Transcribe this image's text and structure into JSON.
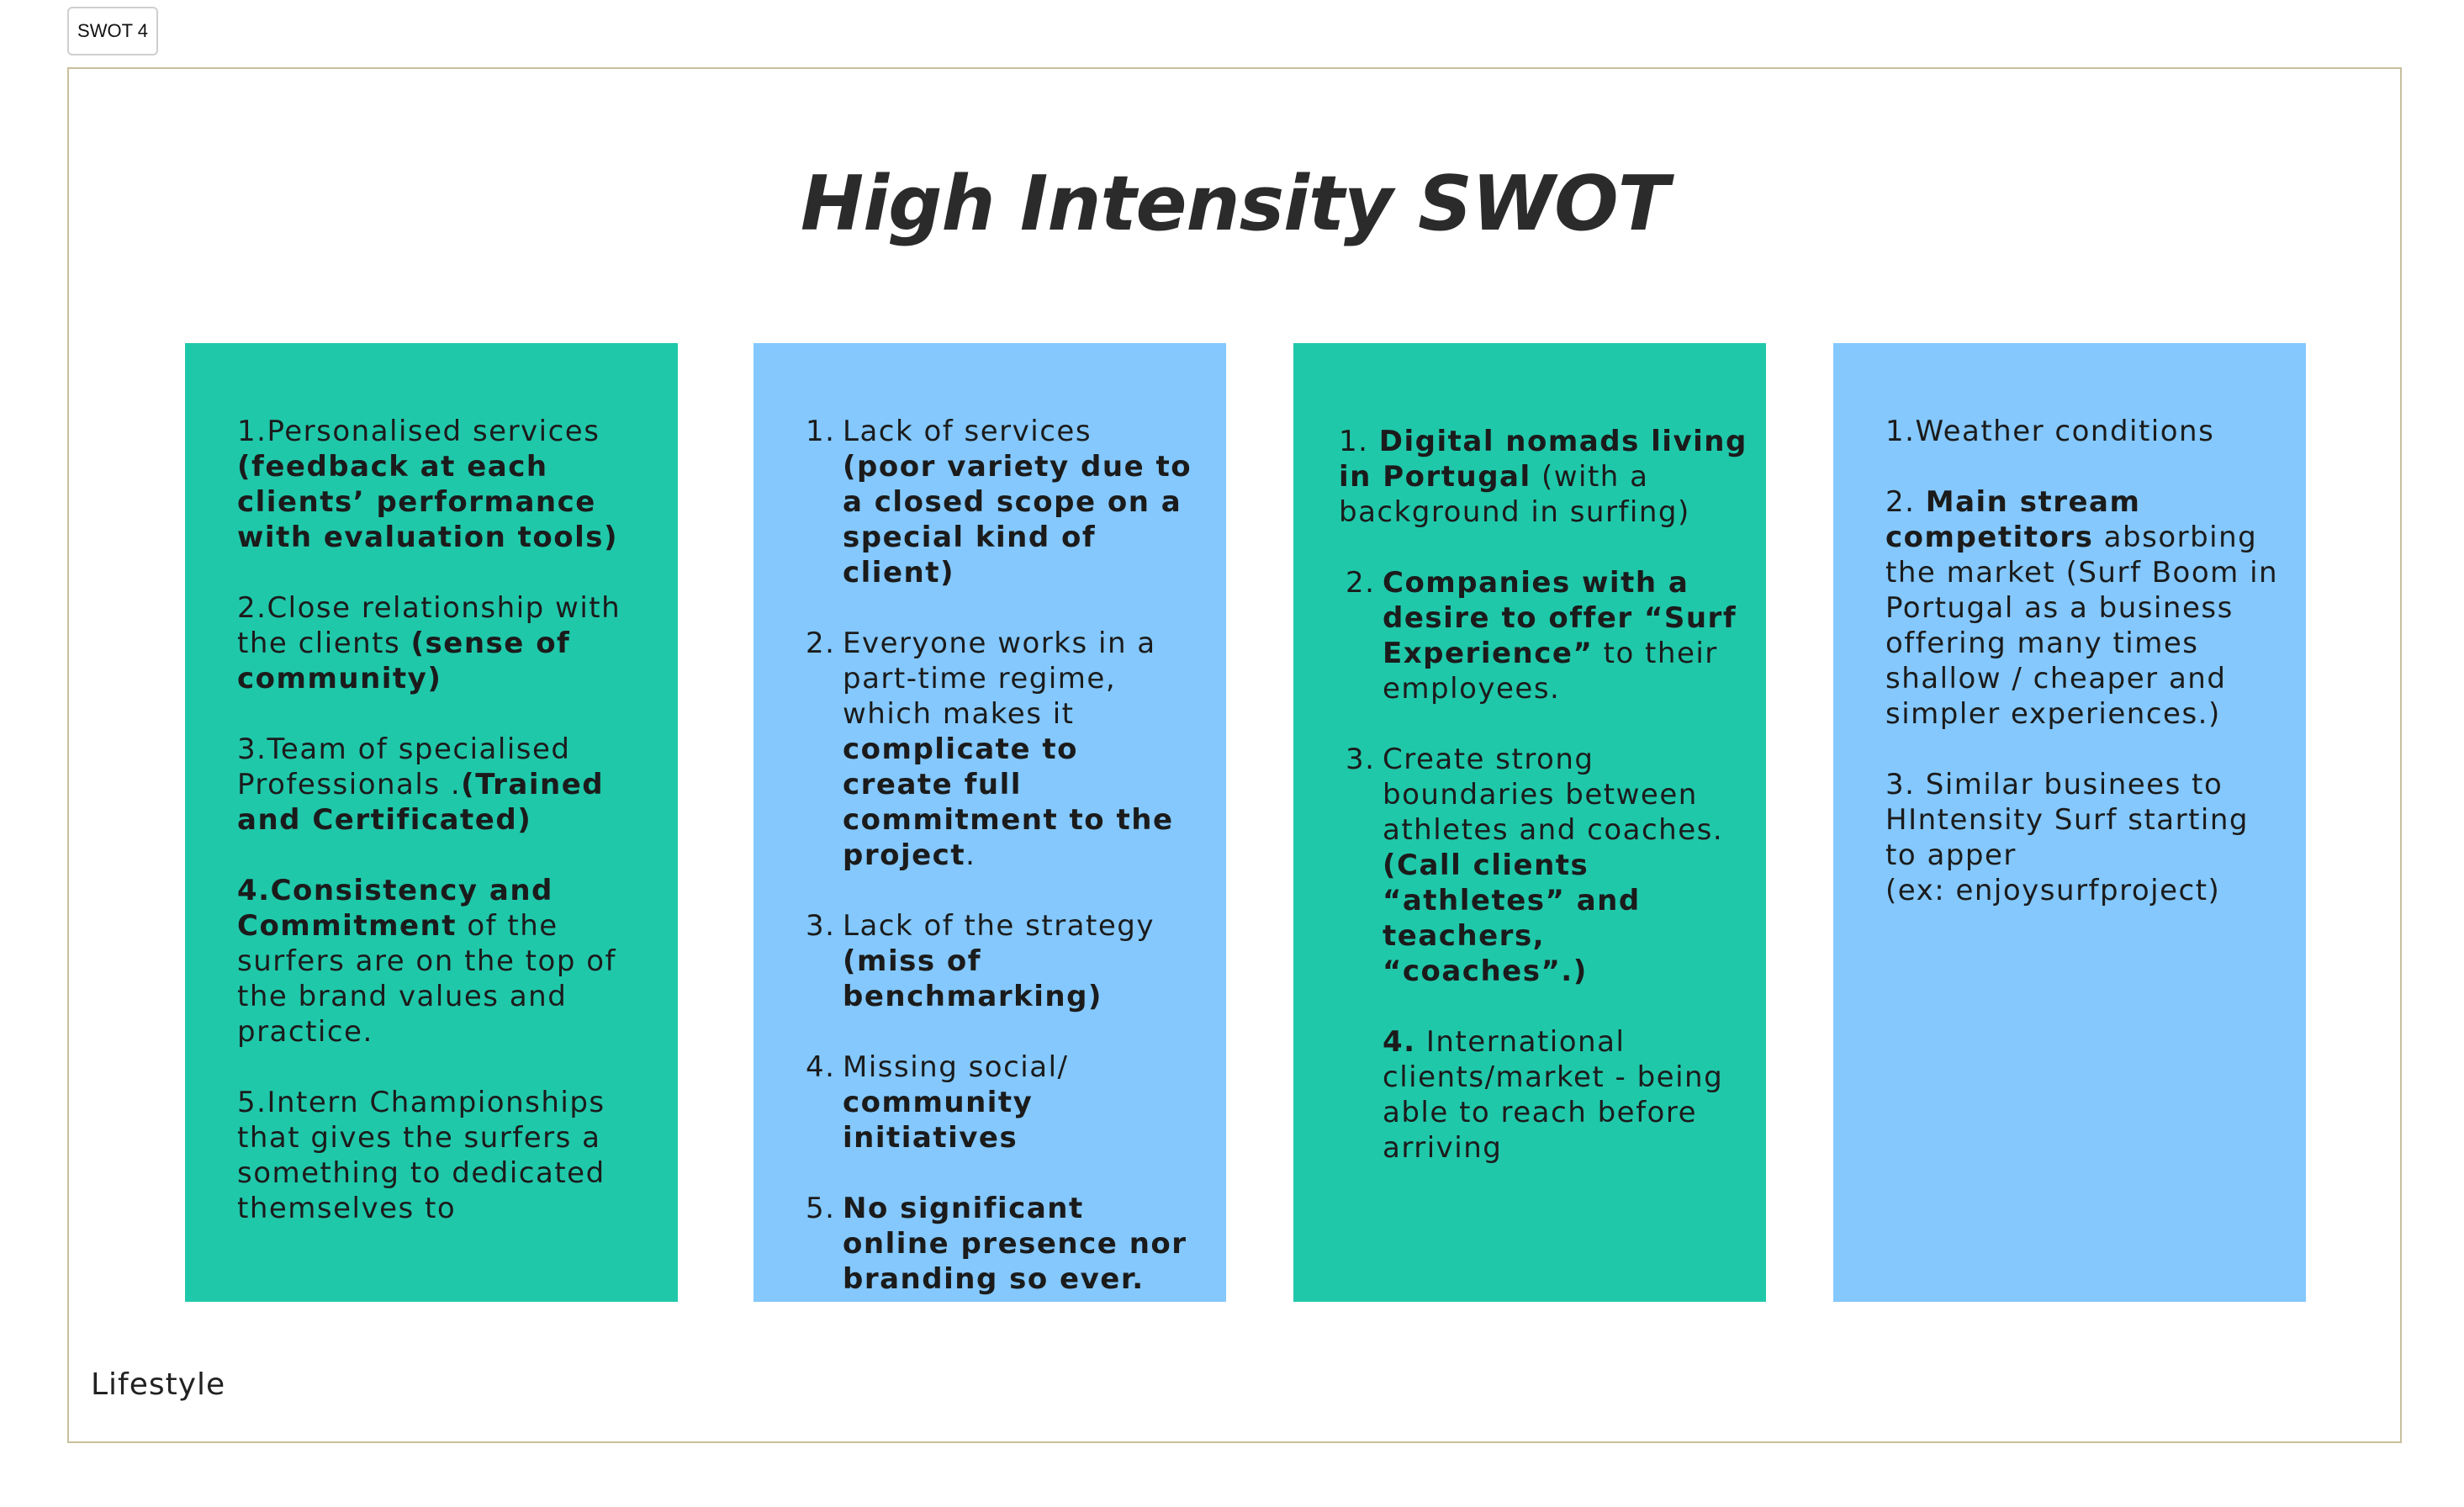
{
  "tab_label": "SWOT 4",
  "title": "High Intensity SWOT",
  "footer_label": "Lifestyle",
  "colors": {
    "green": "#20c8aa",
    "blue": "#84c8fd",
    "frame_border": "#c7bf9d"
  },
  "strengths": {
    "i1": {
      "t1": "1.Personalised services ",
      "b1": "(feedback at each clients’ performance with evaluation tools)"
    },
    "i2": {
      "t1": "2.Close relationship with the clients ",
      "b1": "(sense of community)"
    },
    "i3": {
      "t1": "3.Team of specialised Professionals .",
      "b1": "(Trained and Certificated)"
    },
    "i4": {
      "b1": "4.Consistency and Commitment",
      "t1": " of the surfers are on the top of the brand values and practice."
    },
    "i5": {
      "t1": "5.Intern Championships that gives the surfers a something to dedicated themselves to"
    }
  },
  "weaknesses": {
    "i1": {
      "n": "1.",
      "t1": "Lack of services ",
      "b1": "(poor variety due to a closed scope on a special kind of client)"
    },
    "i2": {
      "n": "2.",
      "t1": "Everyone works in a part-time regime, which makes it ",
      "b1": "complicate to create full commitment to the project",
      "t2": "."
    },
    "i3": {
      "n": "3.",
      "t1": "Lack of the strategy ",
      "b1": "(miss of benchmarking)"
    },
    "i4": {
      "n": "4.",
      "t1": "Missing social/ ",
      "b1": "community initiatives"
    },
    "i5": {
      "n": "5.",
      "b1": "No significant online presence nor branding so ever."
    }
  },
  "opportunities": {
    "i1": {
      "t1": " 1. ",
      "b1": "Digital nomads living in Portugal",
      "t2": " (with a background in surfing)"
    },
    "i2": {
      "n": "2.",
      "b1": "Companies with a desire to offer “Surf Experience”",
      "t1": " to their employees."
    },
    "i3": {
      "n": "3.",
      "t1": "Create strong boundaries between athletes and coaches. ",
      "b1": "(Call clients “athletes” and teachers, “coaches”.)"
    },
    "i4": {
      "n": "",
      "b1": "4.",
      "t1": " International clients/market - being able to reach before arriving"
    }
  },
  "threats": {
    "i1": {
      "t1": "1.Weather conditions"
    },
    "i2": {
      "t1": "2. ",
      "b1": "Main stream competitors",
      "t2": " absorbing the market (Surf Boom in Portugal as a business offering many times shallow / cheaper and simpler experiences.)"
    },
    "i3": {
      "t1": "3. Similar businees to HIntensity Surf starting to apper",
      "t2": "(ex: enjoysurfproject)"
    }
  }
}
